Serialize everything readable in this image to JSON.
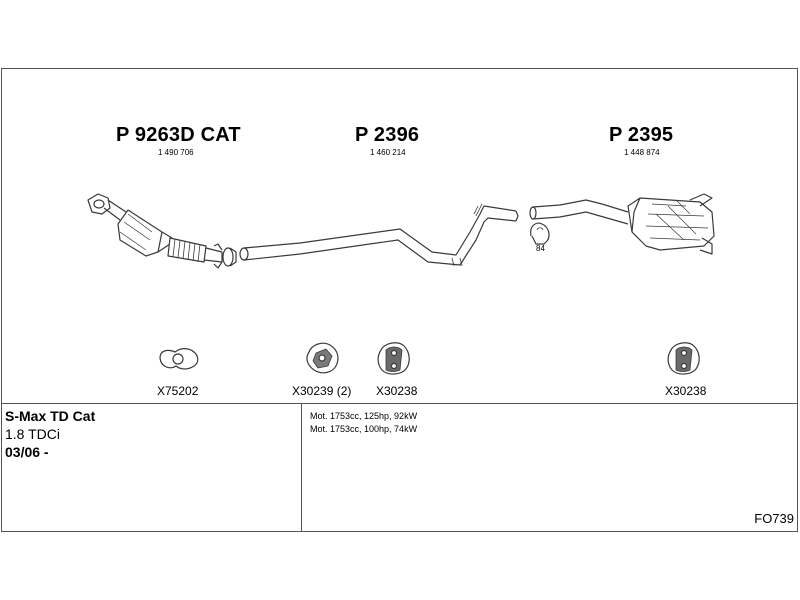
{
  "parts": [
    {
      "id": "front",
      "number": "P 9263D CAT",
      "oe": "1 490 706"
    },
    {
      "id": "middle",
      "number": "P 2396",
      "oe": "1 460 214"
    },
    {
      "id": "rear",
      "number": "P 2395",
      "oe": "1 448 874"
    }
  ],
  "clamp_label": "84",
  "accessories": [
    {
      "id": "gasket",
      "code": "X75202"
    },
    {
      "id": "hanger-1",
      "code": "X30239 (2)"
    },
    {
      "id": "hanger-2",
      "code": "X30238"
    },
    {
      "id": "hanger-3",
      "code": "X30238"
    }
  ],
  "vehicle": {
    "model": "S-Max TD Cat",
    "engine": "1.8 TDCi",
    "date": "03/06 -"
  },
  "motors": [
    "Mot. 1753cc, 125hp, 92kW",
    "Mot. 1753cc, 100hp, 74kW"
  ],
  "diagram_code": "FO739",
  "colors": {
    "line": "#3a3a3a",
    "fill": "#ffffff",
    "border": "#555555"
  }
}
